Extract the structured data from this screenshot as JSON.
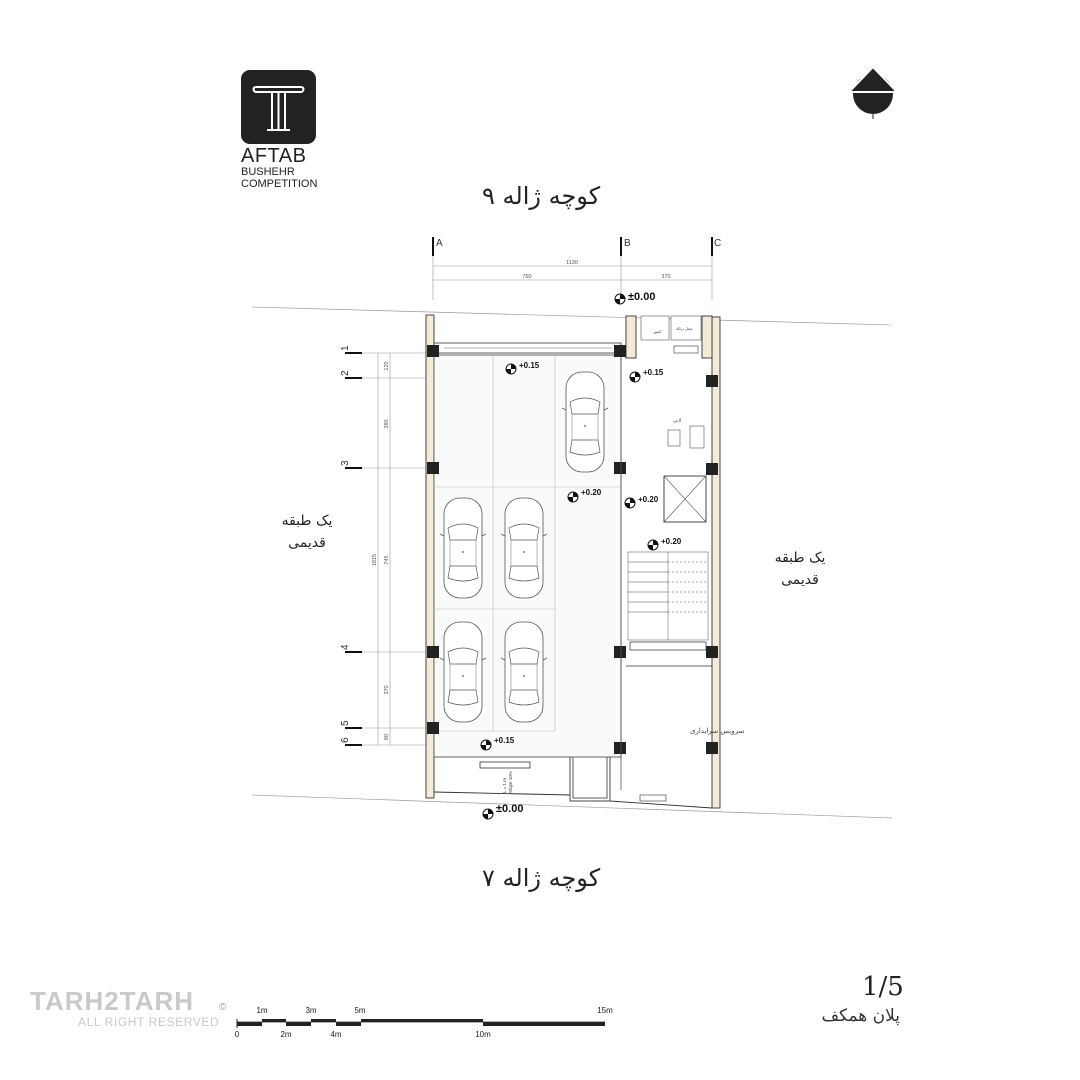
{
  "logo": {
    "line1": "AFTAB",
    "line2": "BUSHEHR",
    "line3": "COMPETITION"
  },
  "streets": {
    "top": "کوچه ژاله ۹",
    "bottom": "کوچه ژاله ۷"
  },
  "neighbors": {
    "left": [
      "یک طبقه",
      "قدیمی"
    ],
    "right": [
      "یک طبقه",
      "قدیمی"
    ]
  },
  "grid_axes": [
    "A",
    "B",
    "C"
  ],
  "row_axes": [
    "1",
    "2",
    "3",
    "4",
    "5",
    "6"
  ],
  "dimensions": {
    "overall_width": "1130",
    "bay_ab": "760",
    "bay_bc": "370",
    "overall_depth": "1815",
    "seg_2_3": "380",
    "seg_1_2": "120",
    "seg_3_4": "745",
    "seg_4_5": "370",
    "seg_5_6": "80"
  },
  "levels": {
    "street_top": "±0.00",
    "entry_top": "+0.15",
    "lobby": "+0.15",
    "parking_mid": "+0.20",
    "elevator": "+0.20",
    "stair": "+0.20",
    "parking_bottom": "+0.15",
    "street_bottom": "±0.00"
  },
  "room_labels": {
    "lobby": "لابی",
    "service_room": "سرویس سرایداری",
    "meters": "کنتور",
    "trash": "محل زباله",
    "ramp": [
      "L = 1 m",
      "Slope 10%"
    ]
  },
  "scale_bar": {
    "labels_top": [
      "1m",
      "3m",
      "5m",
      "15m"
    ],
    "labels_bottom": [
      "0",
      "2m",
      "4m",
      "10m"
    ]
  },
  "sheet": {
    "number": "1/5",
    "title": "پلان همکف"
  },
  "watermark": {
    "brand": "TARH2TARH",
    "notice": "ALL RIGHT RESERVED",
    "copyright": "©"
  },
  "icons": [
    "north-arrow-icon",
    "elevation-marker-icon",
    "car-icon",
    "logo-t-icon"
  ]
}
